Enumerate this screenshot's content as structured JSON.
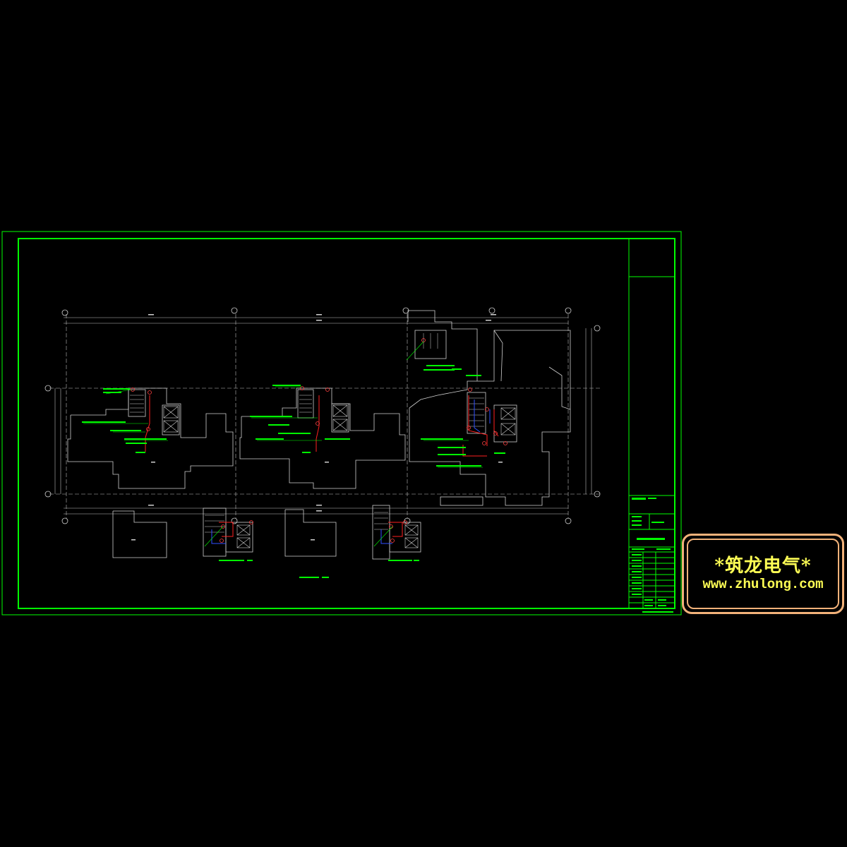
{
  "watermark": {
    "title": "*筑龙电气*",
    "url": "www.zhulong.com"
  },
  "colors": {
    "background": "#000000",
    "frame": "#00ff00",
    "linework": "#cfcfcf",
    "annotation": "#00ff00",
    "wiring_red": "#ff2020",
    "wiring_blue": "#3050ff",
    "watermark_border": "#f2b27a",
    "watermark_text": "#ffff55"
  },
  "icons": [
    "grid-axis-bubble",
    "elevator-cross",
    "stair-hatch"
  ]
}
